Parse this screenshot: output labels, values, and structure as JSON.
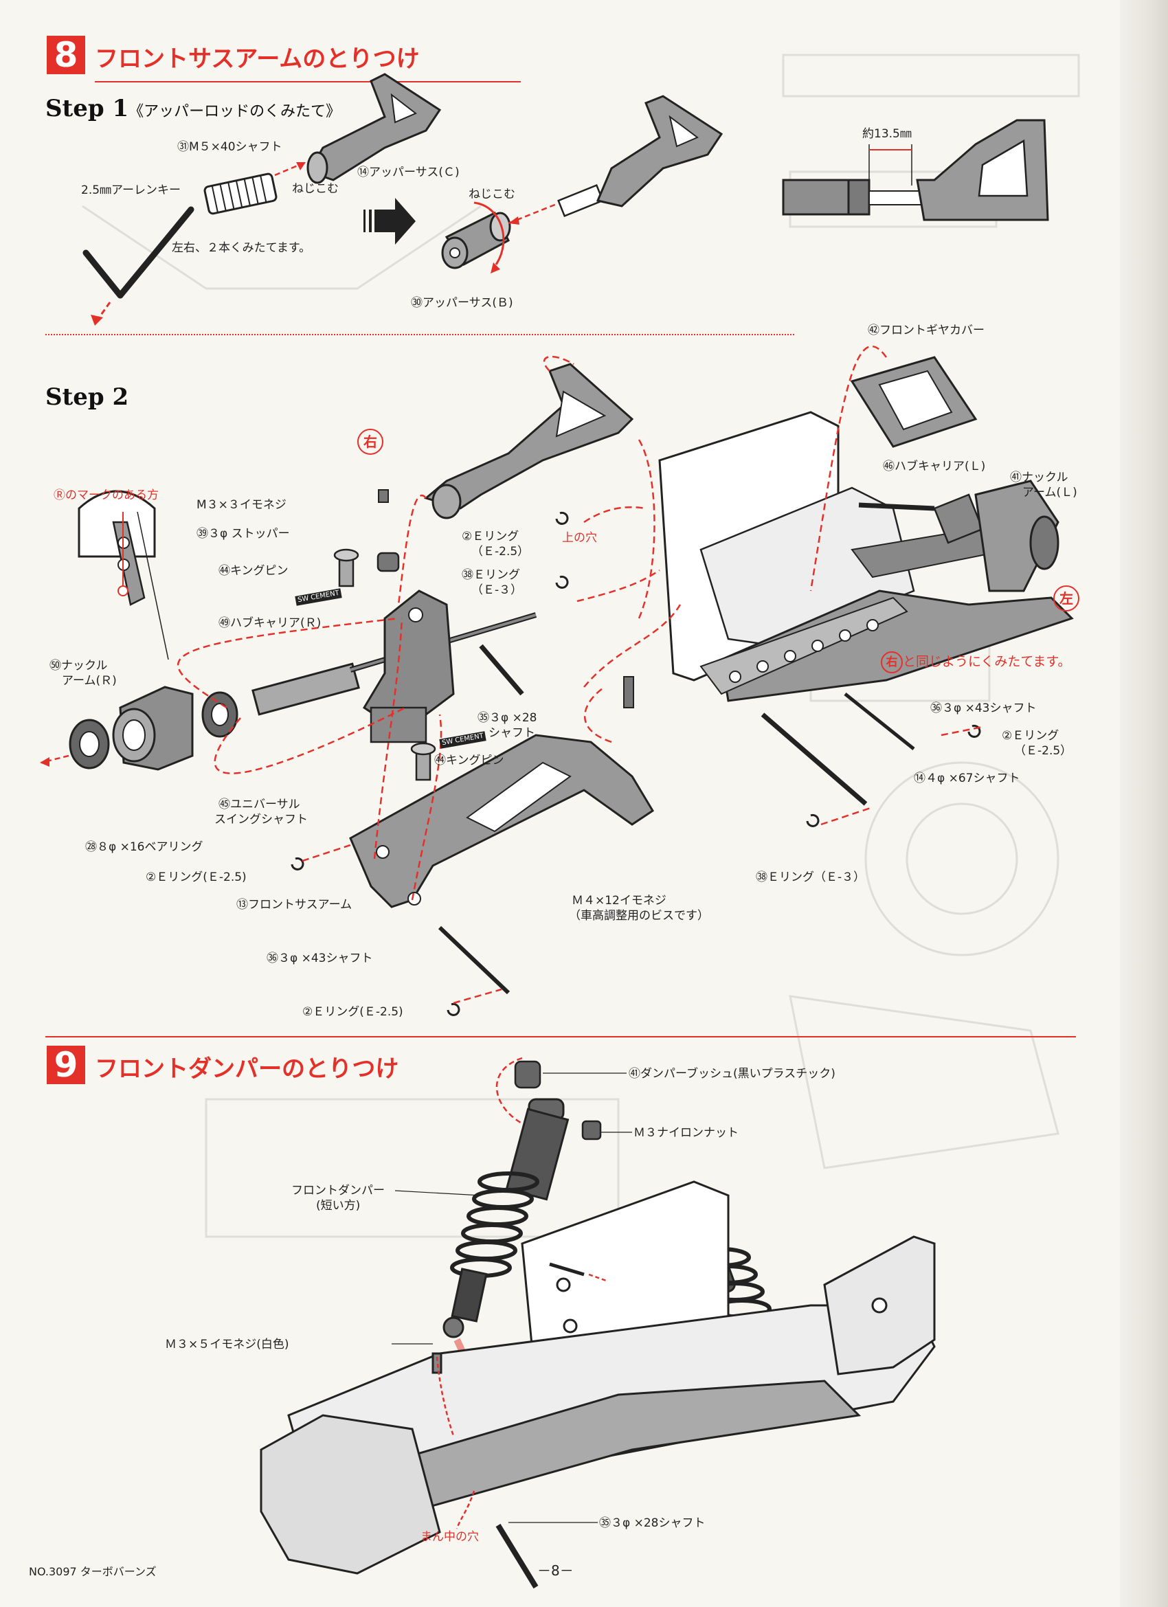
{
  "section8": {
    "number": "8",
    "title": "フロントサスアームのとりつけ",
    "step1": {
      "title": "Step 1",
      "subtitle": "《アッパーロッドのくみたて》",
      "labels": {
        "shaft": "㉛M５×40シャフト",
        "upper_c": "⑭アッパーサス(Ｃ)",
        "screw_in_1": "ねじこむ",
        "wrench": "2.5㎜アーレンキー",
        "note": "左右、２本くみたてます。",
        "screw_in_2": "ねじこむ",
        "upper_b": "㉚アッパーサス(Ｂ)",
        "dimension": "約13.5㎜"
      }
    },
    "step2": {
      "title": "Step 2",
      "right_badge": "右",
      "left_badge": "左",
      "same_note_badge": "右",
      "same_note": "と同じようにくみたてます。",
      "labels": {
        "gear_cover": "㊷フロントギヤカバー",
        "r_mark": "Ⓡのマークのある方",
        "m3x3": "M３×３イモネジ",
        "stopper": "㊴３φ ストッパー",
        "king_pin_1": "㊹キングピン",
        "hub_carrier_r": "㊾ハブキャリア(Ｒ)",
        "knuckle_r_1": "㊿ナックル",
        "knuckle_r_2": "アーム(Ｒ)",
        "e_ring_25_1": "②Ｅリング",
        "e_ring_25_2": "（Ｅ-2.5）",
        "upper_hole": "上の穴",
        "e_ring_3_1": "㊳Ｅリング",
        "e_ring_3_2": "（Ｅ-３）",
        "hub_carrier_l": "㊻ハブキャリア(Ｌ)",
        "knuckle_l_1": "㊶ナックル",
        "knuckle_l_2": "アーム(Ｌ)",
        "shaft_3x28_1": "㉟３φ ×28",
        "shaft_3x28_2": "シャフト",
        "king_pin_2": "㊹キングピン",
        "universal_1": "㊺ユニバーサル",
        "universal_2": "スイングシャフト",
        "bearing": "㉘８φ ×16ベアリング",
        "e_ring_bottom": "②Ｅリング(Ｅ-2.5)",
        "front_arm": "⑬フロントサスアーム",
        "shaft_3x43_left": "㊱３φ ×43シャフト",
        "e_ring_bottom_2": "②Ｅリング(Ｅ-2.5)",
        "shaft_3x43_right": "㊱３φ ×43シャフト",
        "e_ring_right_1": "②Ｅリング",
        "e_ring_right_2": "（Ｅ-2.5）",
        "shaft_4x67": "⑭４φ ×67シャフト",
        "e_ring_3_right": "㊳Ｅリング（Ｅ-３）",
        "m4x12_1": "Ｍ４×12イモネジ",
        "m4x12_2": "（車高調整用のビスです）",
        "cement_1": "SW CEMENT",
        "cement_2": "SW CEMENT"
      }
    }
  },
  "section9": {
    "number": "9",
    "title": "フロントダンパーのとりつけ",
    "labels": {
      "bushing": "㊶ダンパーブッシュ(黒いプラスチック)",
      "nylon_nut": "Ｍ３ナイロンナット",
      "damper_1": "フロントダンパー",
      "damper_2": "(短い方)",
      "m3x5": "Ｍ３×５イモネジ(白色)",
      "center_hole": "まん中の穴",
      "shaft_3x28": "㉟３φ ×28シャフト"
    }
  },
  "footer": {
    "left": "NO.3097 ターボバーンズ",
    "page": "－8－"
  },
  "colors": {
    "accent": "#e3312a",
    "ink": "#222222"
  }
}
